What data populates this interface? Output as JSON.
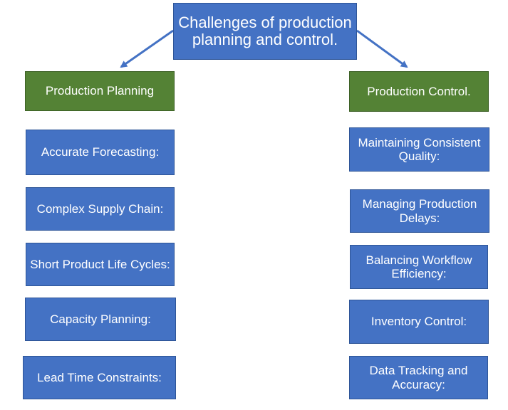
{
  "title": "Challenges of production planning and control.",
  "colors": {
    "box_blue": "#4472c4",
    "box_green": "#548235",
    "arrow": "#4472c4",
    "text": "#ffffff"
  },
  "left": {
    "header": "Production Planning",
    "items": [
      "Accurate Forecasting:",
      "Complex Supply Chain:",
      "Short Product Life Cycles:",
      "Capacity Planning:",
      "Lead Time Constraints:"
    ]
  },
  "right": {
    "header": "Production Control.",
    "items": [
      "Maintaining Consistent Quality:",
      "Managing Production Delays:",
      "Balancing Workflow Efficiency:",
      "Inventory Control:",
      "Data Tracking and Accuracy:"
    ]
  }
}
